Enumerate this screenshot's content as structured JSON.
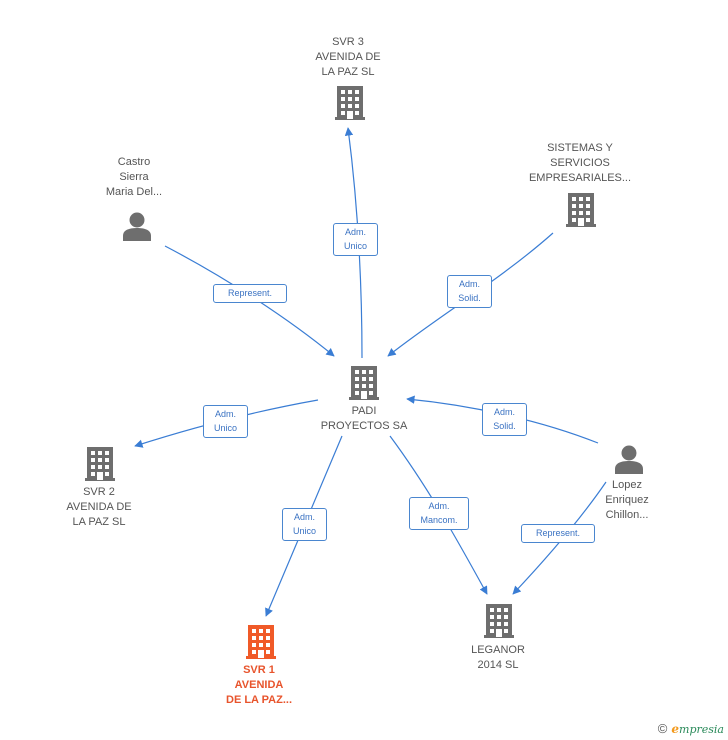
{
  "colors": {
    "edge": "#3a7dd4",
    "building": "#6e6e6e",
    "building_highlight": "#f05a28",
    "person": "#6e6e6e"
  },
  "nodes": [
    {
      "id": "padi",
      "kind": "building-icon",
      "lines": [
        "PADI",
        "PROYECTOS SA"
      ],
      "highlight": false
    },
    {
      "id": "svr3",
      "kind": "building-icon",
      "lines": [
        "SVR 3",
        "AVENIDA DE",
        "LA PAZ  SL"
      ],
      "highlight": false
    },
    {
      "id": "sistemas",
      "kind": "building-icon",
      "lines": [
        "SISTEMAS Y",
        "SERVICIOS",
        "EMPRESARIALES..."
      ],
      "highlight": false
    },
    {
      "id": "castro",
      "kind": "person-icon",
      "lines": [
        "Castro",
        "Sierra",
        "Maria Del..."
      ],
      "highlight": false
    },
    {
      "id": "svr2",
      "kind": "building-icon",
      "lines": [
        "SVR 2",
        "AVENIDA DE",
        "LA PAZ  SL"
      ],
      "highlight": false
    },
    {
      "id": "lopez",
      "kind": "person-icon",
      "lines": [
        "Lopez",
        "Enriquez",
        "Chillon..."
      ],
      "highlight": false
    },
    {
      "id": "svr1",
      "kind": "building-icon",
      "lines": [
        "SVR 1",
        "AVENIDA",
        "DE LA PAZ..."
      ],
      "highlight": true
    },
    {
      "id": "leganor",
      "kind": "building-icon",
      "lines": [
        "LEGANOR",
        "2014  SL"
      ],
      "highlight": false
    }
  ],
  "edges": [
    {
      "id": "padi-svr3",
      "from": "padi",
      "to": "svr3",
      "lines": [
        "Adm.",
        "Unico"
      ]
    },
    {
      "id": "sistemas-padi",
      "from": "sistemas",
      "to": "padi",
      "lines": [
        "Adm.",
        "Solid."
      ]
    },
    {
      "id": "castro-padi",
      "from": "castro",
      "to": "padi",
      "lines": [
        "Represent."
      ]
    },
    {
      "id": "padi-svr2",
      "from": "padi",
      "to": "svr2",
      "lines": [
        "Adm.",
        "Unico"
      ]
    },
    {
      "id": "lopez-padi",
      "from": "lopez",
      "to": "padi",
      "lines": [
        "Adm.",
        "Solid."
      ]
    },
    {
      "id": "padi-svr1",
      "from": "padi",
      "to": "svr1",
      "lines": [
        "Adm.",
        "Unico"
      ]
    },
    {
      "id": "padi-leganor",
      "from": "padi",
      "to": "leganor",
      "lines": [
        "Adm.",
        "Mancom."
      ]
    },
    {
      "id": "lopez-leganor",
      "from": "lopez",
      "to": "leganor",
      "lines": [
        "Represent."
      ]
    }
  ],
  "footer": {
    "copyright": "©",
    "brand_e": "e",
    "brand_rest": "mpresia"
  }
}
